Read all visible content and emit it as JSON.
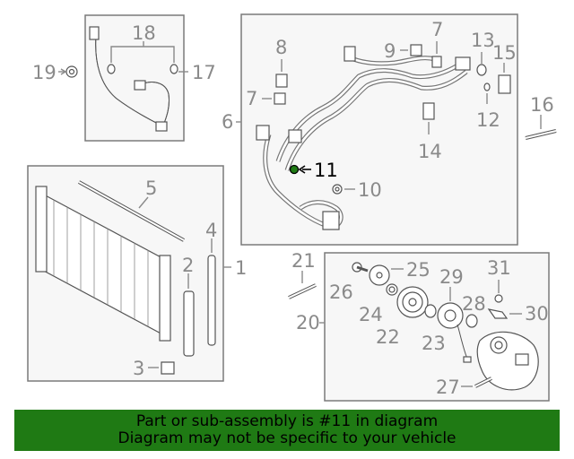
{
  "diagram": {
    "highlight_color": "#1f7a14",
    "highlighted_part": "11",
    "callouts": {
      "c1": "1",
      "c2": "2",
      "c3": "3",
      "c4": "4",
      "c5": "5",
      "c6": "6",
      "c7a": "7",
      "c7b": "7",
      "c8": "8",
      "c9": "9",
      "c10": "10",
      "c11": "11",
      "c12": "12",
      "c13": "13",
      "c14": "14",
      "c15": "15",
      "c16": "16",
      "c17": "17",
      "c18": "18",
      "c19": "19",
      "c20": "20",
      "c21": "21",
      "c22": "22",
      "c23": "23",
      "c24": "24",
      "c25": "25",
      "c26": "26",
      "c27": "27",
      "c28": "28",
      "c29": "29",
      "c30": "30",
      "c31": "31"
    }
  },
  "banner": {
    "line1": "Part or sub-assembly is #11 in diagram",
    "line2": "Diagram may not be specific to your vehicle"
  }
}
